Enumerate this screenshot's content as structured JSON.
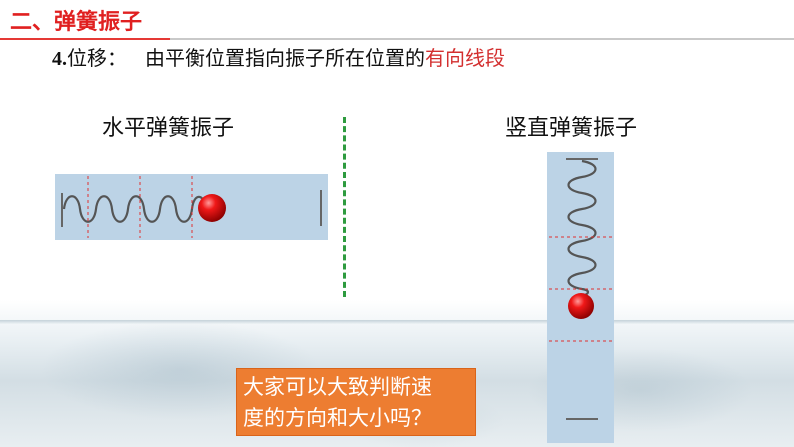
{
  "header": {
    "title": "二、弹簧振子"
  },
  "definition": {
    "number": "4.",
    "term": "位移：",
    "body": "由平衡位置指向振子所在位置的",
    "highlight": "有向线段"
  },
  "figures": {
    "horizontal_label": "水平弹簧振子",
    "vertical_label": "竖直弹簧振子"
  },
  "question": {
    "line1": "大家可以大致判断速",
    "line2": "度的方向和大小吗？"
  },
  "colors": {
    "title_red": "#e02020",
    "highlight_red": "#d32f2f",
    "panel_blue": "#bcd3e6",
    "divider_green": "#2e9b3f",
    "question_bg": "#ed7d31",
    "ball_red": "#e01010"
  }
}
